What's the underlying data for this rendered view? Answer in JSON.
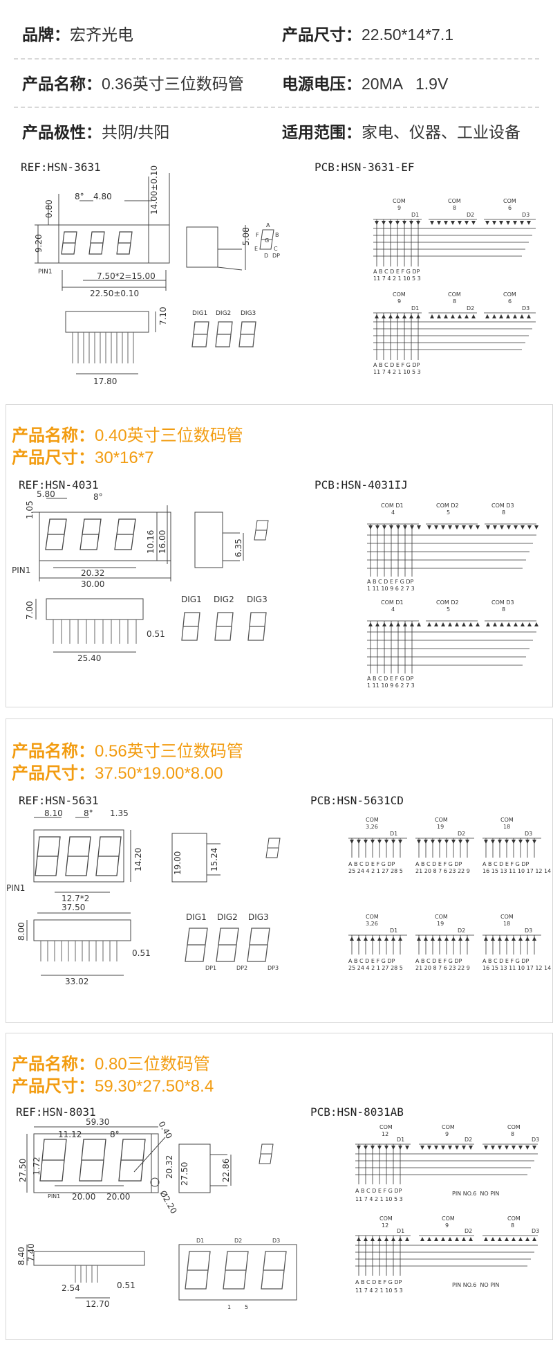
{
  "specs": {
    "brand_label": "品牌：",
    "brand_value": "宏齐光电",
    "size_label": "产品尺寸：",
    "size_value": "22.50*14*7.1",
    "name_label": "产品名称：",
    "name_value": "0.36英寸三位数码管",
    "voltage_label": "电源电压：",
    "voltage_value": "20MA   1.9V",
    "polarity_label": "产品极性：",
    "polarity_value": "共阴/共阳",
    "range_label": "适用范围：",
    "range_value": "家电、仪器、工业设备"
  },
  "section1": {
    "ref": "REF:HSN-3631",
    "pcb": "PCB:HSN-3631-EF",
    "dims": {
      "top_angle": "8°",
      "digit_w": "4.80",
      "height": "14.00±0.10",
      "left_h": "9.20",
      "top_h": "0.80",
      "pitch": "7.50*2=15.00",
      "total_w": "22.50±0.10",
      "side_h": "5.08",
      "pin_h": "7.10",
      "pin_w": "17.80",
      "pin1": "PIN1"
    },
    "digits": [
      "DIG1",
      "DIG2",
      "DIG3"
    ],
    "segments": [
      "A",
      "B",
      "C",
      "D",
      "E",
      "F",
      "G",
      "DP"
    ],
    "com_labels": [
      "COM",
      "COM",
      "COM"
    ],
    "com_pins": [
      "9",
      "8",
      "6"
    ],
    "d_labels": [
      "D1",
      "D2",
      "D3"
    ],
    "pin_letters": "A B C D E F G DP",
    "pin_numbers": "11 7 4 2 1 10 5 3"
  },
  "section2": {
    "name_label": "产品名称：",
    "name_value": "0.40英寸三位数码管",
    "size_label": "产品尺寸：",
    "size_value": "30*16*7",
    "ref": "REF:HSN-4031",
    "pcb": "PCB:HSN-4031IJ",
    "dims": {
      "digit_w": "5.80",
      "top_h": "1.05",
      "top_angle": "8°",
      "inner_h": "10.16",
      "height": "16.00",
      "side_h": "6.35",
      "pitch": "20.32",
      "total_w": "30.00",
      "pin1": "PIN1",
      "pin_h": "7.00",
      "pin_w": "25.40",
      "pin_d": "0.51"
    },
    "digits": [
      "DIG1",
      "DIG2",
      "DIG3"
    ],
    "com_labels": [
      "COM D1",
      "COM D2",
      "COM D3"
    ],
    "com_pins": [
      "4",
      "5",
      "8"
    ],
    "pin_letters": "A B C D E F G DP",
    "pin_numbers": "1 11 10 9 6 2 7 3"
  },
  "section3": {
    "name_label": "产品名称：",
    "name_value": "0.56英寸三位数码管",
    "size_label": "产品尺寸：",
    "size_value": "37.50*19.00*8.00",
    "ref": "REF:HSN-5631",
    "pcb": "PCB:HSN-5631CD",
    "dims": {
      "digit_w": "8.10",
      "top_angle": "8°",
      "seg_w": "1.35",
      "height": "14.20",
      "pitch": "12.7*2",
      "pin1": "PIN1",
      "side_h": "19.00",
      "side_pin": "15.24",
      "total_w": "37.50",
      "pin_h": "8.00",
      "pin_d": "0.51",
      "pin_w": "33.02"
    },
    "digits": [
      "DIG1",
      "DIG2",
      "DIG3"
    ],
    "dp_labels": [
      "DP1",
      "DP2",
      "DP3"
    ],
    "com_labels": [
      "COM",
      "COM",
      "COM"
    ],
    "com_pins": [
      "3,26",
      "19",
      "18"
    ],
    "d_labels": [
      "D1",
      "D2",
      "D3"
    ],
    "pin_letters": "A B C D E F G DP",
    "pin_numbers": [
      "25 24 4 2 1 27 28 5",
      "21 20 8 7 6 23 22 9",
      "16 15 13 11 10 17 12 14"
    ]
  },
  "section4": {
    "name_label": "产品名称：",
    "name_value": "0.80三位数码管",
    "size_label": "产品尺寸：",
    "size_value": "59.30*27.50*8.4",
    "ref": "REF:HSN-8031",
    "pcb": "PCB:HSN-8031AB",
    "dims": {
      "total_w": "59.30",
      "corner": "0.40",
      "digit_w": "11.12",
      "top_angle": "8°",
      "height": "27.50",
      "left_h": "1.72",
      "inner_h": "20.32",
      "pitch_a": "20.00",
      "pitch_b": "20.00",
      "hole": "Ø2.20",
      "side_h": "27.50",
      "side_pin": "22.86",
      "pin_h1": "8.40",
      "pin_h2": "7.40",
      "pin_pitch": "2.54",
      "pin_d": "0.51",
      "pin_w": "12.70",
      "pin_mark": "PIN1"
    },
    "digit_labels": [
      "D1",
      "D2",
      "D3"
    ],
    "bottom_pins": [
      "1",
      "5"
    ],
    "com_labels": [
      "COM",
      "COM",
      "COM"
    ],
    "com_pins": [
      "12",
      "9",
      "8"
    ],
    "d_labels": [
      "D1",
      "D2",
      "D3"
    ],
    "pin_letters": "A B C D E F G DP",
    "pin_numbers": "11 7 4 2 1 10 5 3",
    "no_pin_note": "PIN NO.6  NO PIN"
  }
}
